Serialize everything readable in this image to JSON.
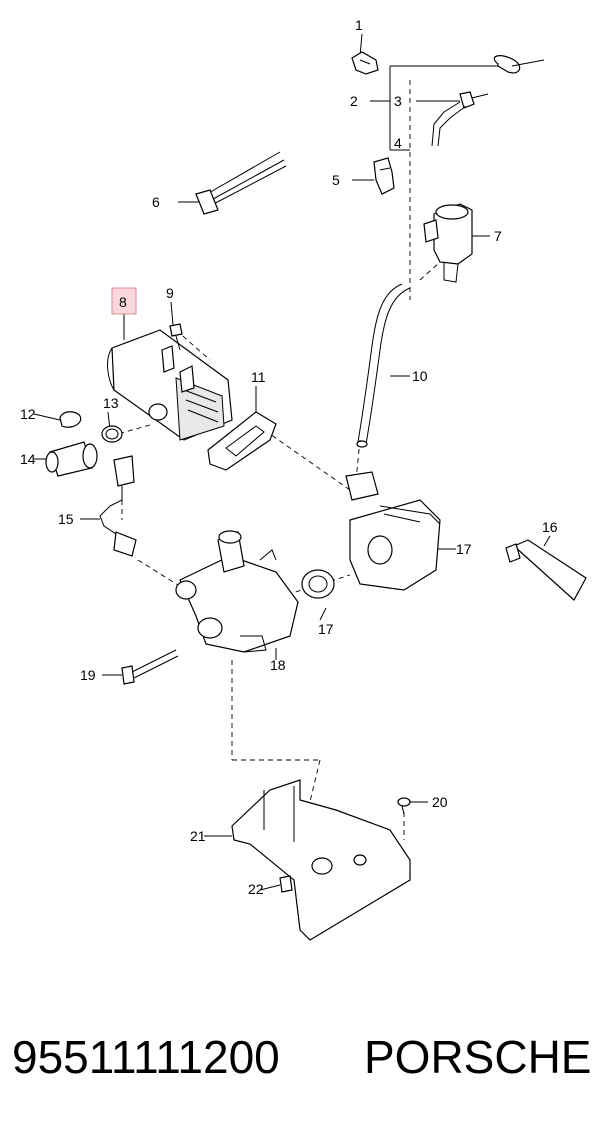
{
  "callouts": [
    "1",
    "2",
    "3",
    "4",
    "5",
    "6",
    "7",
    "8",
    "9",
    "10",
    "11",
    "12",
    "13",
    "14",
    "15",
    "16",
    "17",
    "17",
    "18",
    "19",
    "20",
    "21",
    "22"
  ],
  "footer": {
    "part_number": "95511111200",
    "brand": "PORSCHE"
  },
  "colors": {
    "highlight_fill": "#f9d7dc",
    "highlight_stroke": "#e08a96",
    "line": "#000000"
  }
}
